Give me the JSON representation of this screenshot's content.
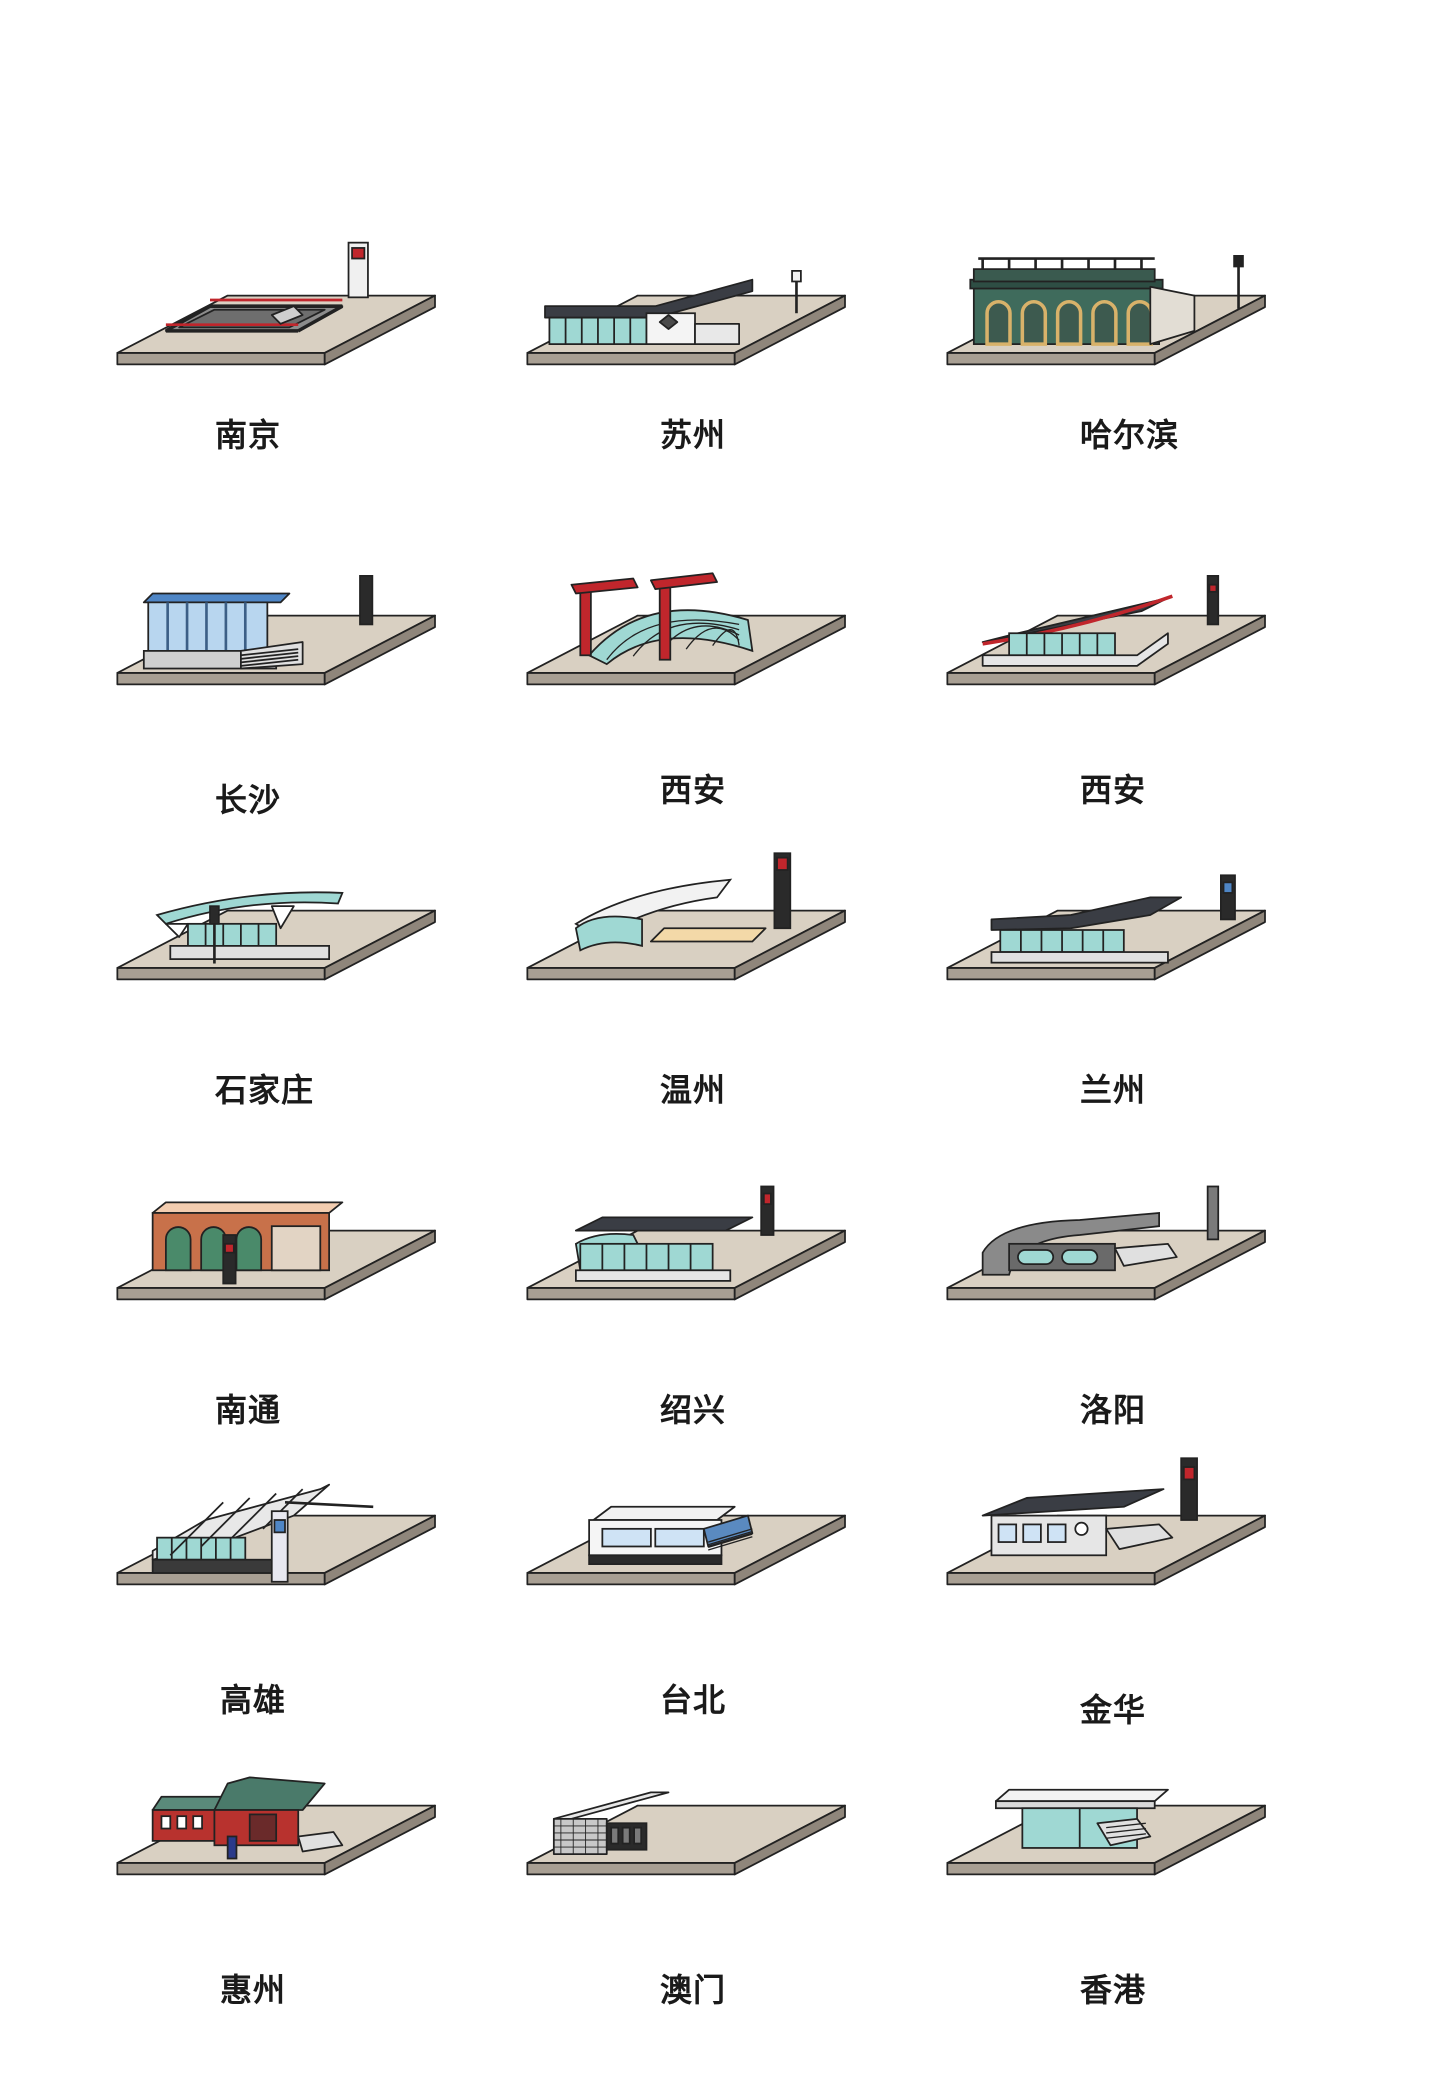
{
  "stations": [
    {
      "id": "nanjing",
      "city": "南京",
      "style": "sunken-plaza"
    },
    {
      "id": "suzhou",
      "city": "苏州",
      "style": "slanted-roof-wall"
    },
    {
      "id": "harbin",
      "city": "哈尔滨",
      "style": "classic-arches"
    },
    {
      "id": "changsha",
      "city": "长沙",
      "style": "blue-glass-box"
    },
    {
      "id": "xian-1",
      "city": "西安",
      "style": "red-gate-glass-vault"
    },
    {
      "id": "xian-2",
      "city": "西安",
      "style": "red-wing-canopy"
    },
    {
      "id": "shijiazhuang",
      "city": "石家庄",
      "style": "green-glass-canopy"
    },
    {
      "id": "wenzhou",
      "city": "温州",
      "style": "white-shell-canopy"
    },
    {
      "id": "lanzhou",
      "city": "兰州",
      "style": "dark-slanted-roof"
    },
    {
      "id": "nantong",
      "city": "南通",
      "style": "orange-brick-hall"
    },
    {
      "id": "shaoxing",
      "city": "绍兴",
      "style": "dark-roof-glass"
    },
    {
      "id": "luoyang",
      "city": "洛阳",
      "style": "grey-capsule"
    },
    {
      "id": "kaohsiung",
      "city": "高雄",
      "style": "glass-sail"
    },
    {
      "id": "taipei",
      "city": "台北",
      "style": "white-vault-escalator"
    },
    {
      "id": "jinhua",
      "city": "金华",
      "style": "dark-pitched-roof"
    },
    {
      "id": "huizhou",
      "city": "惠州",
      "style": "traditional-pavilion"
    },
    {
      "id": "macau",
      "city": "澳门",
      "style": "grey-box-canopy"
    },
    {
      "id": "hongkong",
      "city": "香港",
      "style": "flat-roof-glass"
    }
  ],
  "colors": {
    "base_top": "#d9d0c2",
    "base_side": "#a89f93",
    "outline": "#222222",
    "glass": "#9fd8d3",
    "dark_roof": "#3a3d44",
    "red": "#c0262c",
    "blue": "#4f86c6",
    "harbin_green": "#3f6b5c",
    "nantong_orange": "#c8714a"
  }
}
